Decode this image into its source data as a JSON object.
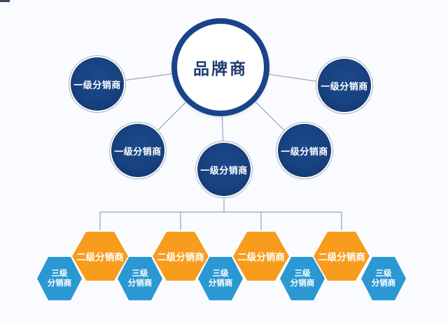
{
  "page": {
    "background_color": "#fafbfe"
  },
  "diagram": {
    "root": {
      "label": "品牌商"
    },
    "level1": {
      "label": "一级分销商",
      "count": 5
    },
    "level2": {
      "label": "二级分销商",
      "count": 4
    },
    "level3": {
      "label_line1": "三级",
      "label_line2": "分销商",
      "count": 5
    },
    "colors": {
      "root_ring": "#1a4489",
      "root_text": "#1e3a6e",
      "level1_fill": "#17417f",
      "level2_fill": "#f89c1e",
      "level3_fill": "#2b98d4",
      "node_text": "#ffffff",
      "connector_line": "#9aa3b2"
    }
  }
}
